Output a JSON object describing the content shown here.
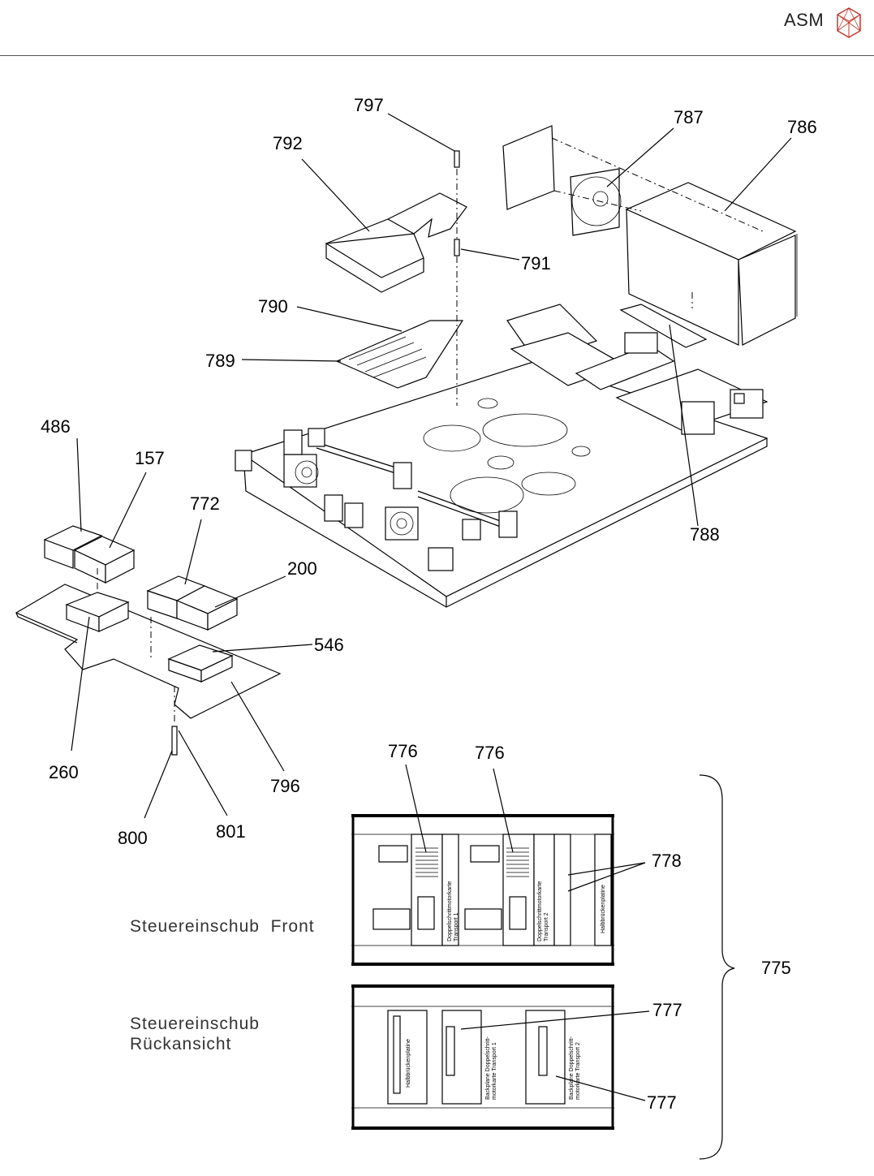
{
  "header": {
    "brand": "ASM"
  },
  "labels": {
    "p797": "797",
    "p792": "792",
    "p787": "787",
    "p786": "786",
    "p791": "791",
    "p790": "790",
    "p789": "789",
    "p788": "788",
    "p486": "486",
    "p157": "157",
    "p772": "772",
    "p200": "200",
    "p546": "546",
    "p260": "260",
    "p796": "796",
    "p800": "800",
    "p801": "801",
    "p776a": "776",
    "p776b": "776",
    "p778": "778",
    "p775": "775",
    "p777a": "777",
    "p777b": "777"
  },
  "captions": {
    "front": "Steuereinschub  Front",
    "rear_line1": "Steuereinschub",
    "rear_line2": "Rückansicht"
  },
  "rack_text": {
    "card1a": "Doppelschrittmotorkarte",
    "card1b": "Transport 1",
    "card2a": "Doppelschrittmotorkarte",
    "card2b": "Transport 2",
    "halb": "Halbbrückenplatine",
    "rear_halb": "Halbbrückenplatine",
    "bp1a": "Backplane Doppelschritt-",
    "bp1b": "motorkarte Transport 1",
    "bp2a": "Backplane Doppelschritt-",
    "bp2b": "motorkarte Transport 2"
  }
}
